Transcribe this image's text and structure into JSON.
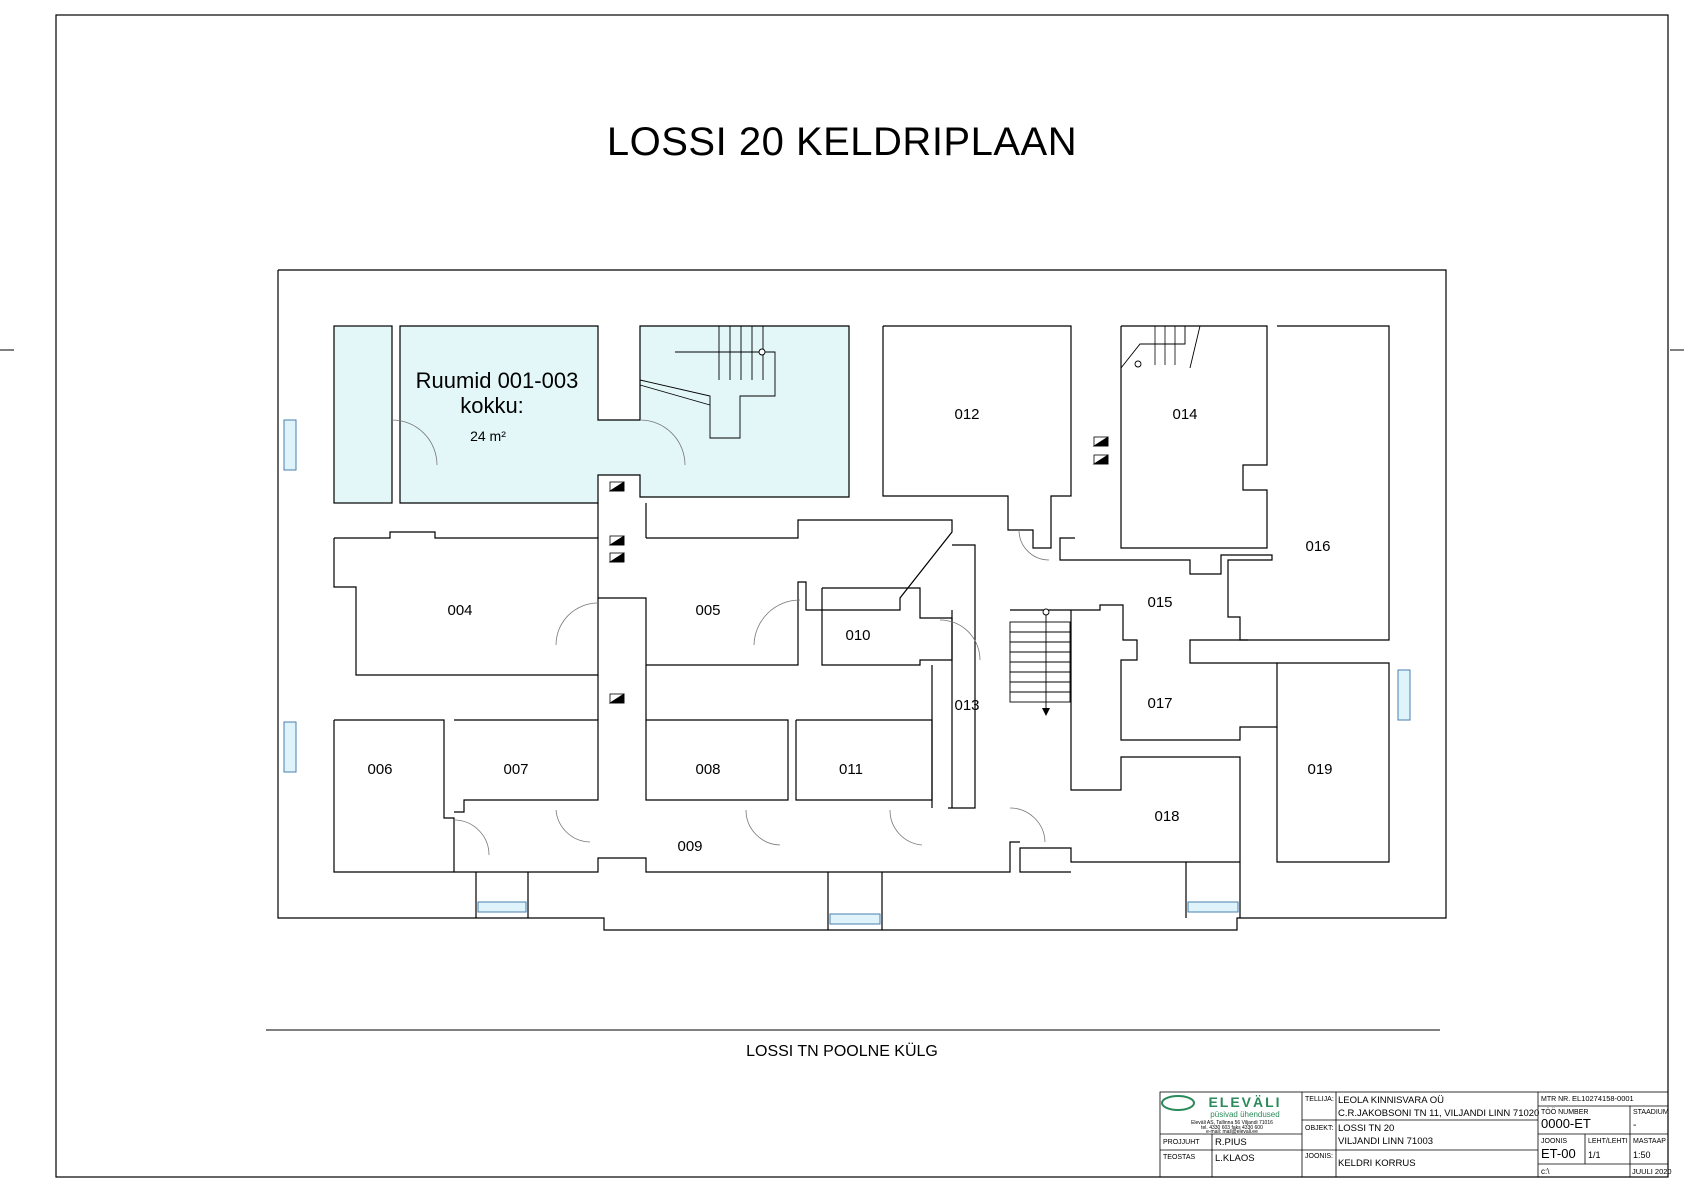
{
  "title": "LOSSI 20 KELDRIPLAAN",
  "street_side_label": "LOSSI TN POOLNE KÜLG",
  "highlight": {
    "heading_line1": "Ruumid 001-003",
    "heading_line2": "kokku:",
    "area": "24 m²",
    "fill_color": "#e3f7f8"
  },
  "rooms": {
    "r004": "004",
    "r005": "005",
    "r006": "006",
    "r007": "007",
    "r008": "008",
    "r009": "009",
    "r010": "010",
    "r011": "011",
    "r012": "012",
    "r013": "013",
    "r014": "014",
    "r015": "015",
    "r016": "016",
    "r017": "017",
    "r018": "018",
    "r019": "019"
  },
  "title_block": {
    "logo_name": "ELEVÄLI",
    "logo_tagline": "püsivad ühendused",
    "company_line1": "Eleväli AS, Tallinna 56 Viljandi 71016",
    "company_line2": "tel. 4330 603 faks 4330 600",
    "company_line3": "e-mail: mail@elevali.ee",
    "projektijuht_label": "PROJJUHT",
    "projektijuht": "R.PIUS",
    "teostas_label": "TEOSTAS",
    "teostas": "L.KLAOS",
    "tellija_label": "TELLIJA:",
    "tellija_line1": "LEOLA KINNISVARA OÜ",
    "tellija_line2": "C.R.JAKOBSONI TN 11, VILJANDI LINN 71020",
    "objekt_label": "OBJEKT:",
    "objekt_line1": "LOSSI TN 20",
    "objekt_line2": "VILJANDI LINN 71003",
    "joonis_label": "JOONIS:",
    "joonis": "KELDRI KORRUS",
    "mtr_label": "MTR NR.",
    "mtr": "EL10274158-0001",
    "too_number_label": "TÖÖ NUMBER",
    "too_number": "0000-ET",
    "staadium_label": "STAADIUM",
    "staadium": "-",
    "joonis_nr_label": "JOONIS",
    "joonis_nr": "ET-00",
    "leht_label": "LEHT/LEHTI",
    "leht": "1/1",
    "mastaap_label": "MASTAAP",
    "mastaap": "1:50",
    "path": "c:\\",
    "kuupaev": "JUULI 2020"
  }
}
